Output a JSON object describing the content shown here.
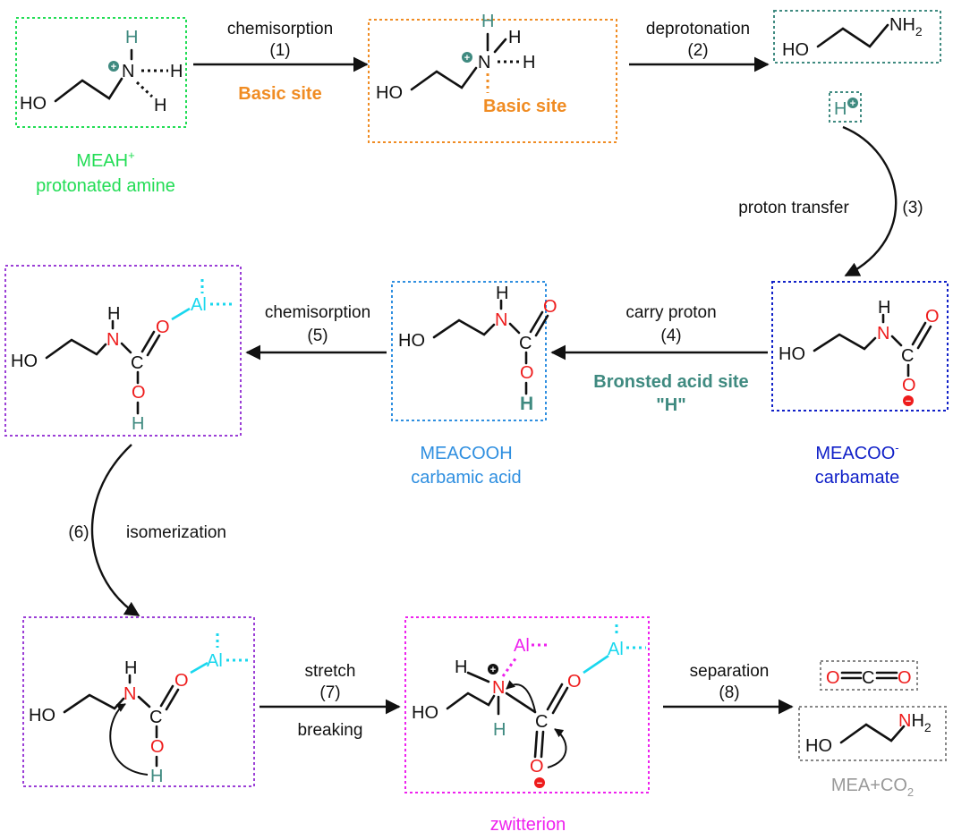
{
  "colors": {
    "black": "#111111",
    "green": "#22dd55",
    "orange": "#f08c23",
    "teal": "#3f8a80",
    "purple": "#9b3fd6",
    "sky": "#2f8fe0",
    "navy": "#1020c8",
    "magenta": "#ee22ee",
    "cyan": "#19d7ee",
    "red": "#ee1c1c",
    "gray": "#888888"
  },
  "atoms": {
    "H": "H",
    "N": "N",
    "O": "O",
    "C": "C",
    "Al": "Al",
    "HO": "HO",
    "NH2_N": "N",
    "NH2_H": "H",
    "NH2_2": "2"
  },
  "charges": {
    "plus": "+",
    "minus": "−"
  },
  "steps": {
    "s1": {
      "name": "chemisorption",
      "num": "(1)",
      "site": "Basic site"
    },
    "s2": {
      "name": "deprotonation",
      "num": "(2)"
    },
    "s3": {
      "name": "proton transfer",
      "num": "(3)"
    },
    "s4": {
      "name": "carry proton",
      "num": "(4)",
      "site_line1": "Bronsted acid site",
      "site_line2": "\"H\""
    },
    "s5": {
      "name": "chemisorption",
      "num": "(5)"
    },
    "s6": {
      "name": "isomerization",
      "num": "(6)"
    },
    "s7": {
      "name": "stretch",
      "num": "(7)",
      "sub": "breaking"
    },
    "s8": {
      "name": "separation",
      "num": "(8)"
    }
  },
  "species": {
    "meah": {
      "name": "MEAH",
      "sup": "+",
      "desc": "protonated amine"
    },
    "adsorbed_site": {
      "label": "Basic site"
    },
    "meacooh": {
      "name": "MEACOOH",
      "desc": "carbamic acid"
    },
    "meacoo": {
      "name": "MEACOO",
      "sup": "-",
      "desc": "carbamate"
    },
    "zwitterion": {
      "name": "zwitterion"
    },
    "products": {
      "mea": "MEA+CO",
      "sub": "2"
    }
  }
}
